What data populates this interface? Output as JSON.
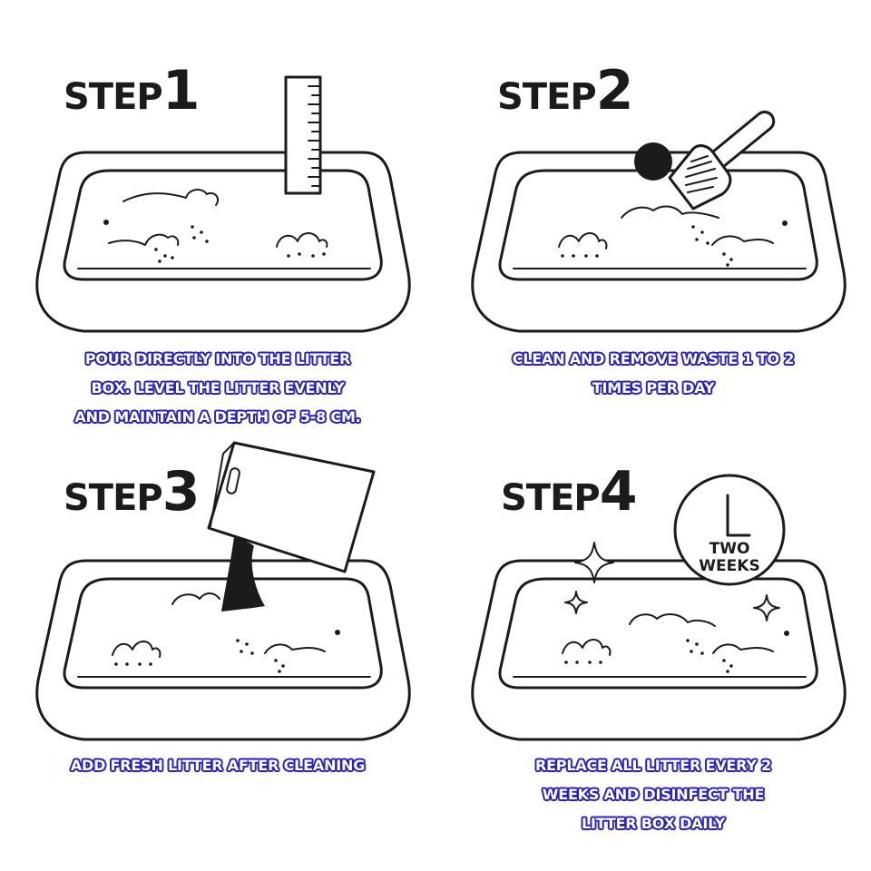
{
  "steps": [
    {
      "label": "STEP",
      "number": "1",
      "lines": [
        "POUR DIRECTLY INTO THE LITTER",
        "BOX. LEVEL THE LITTER EVENLY",
        "AND MAINTAIN A DEPTH OF 5-8 CM."
      ]
    },
    {
      "label": "STEP",
      "number": "2",
      "lines": [
        "CLEAN AND REMOVE WASTE 1 TO 2",
        "TIMES PER DAY"
      ]
    },
    {
      "label": "STEP",
      "number": "3",
      "lines": [
        "ADD FRESH LITTER AFTER CLEANING"
      ]
    },
    {
      "label": "STEP",
      "number": "4",
      "lines": [
        "REPLACE ALL LITTER EVERY 2",
        "WEEKS AND DISINFECT THE",
        "LITTER BOX DAILY"
      ],
      "clock": {
        "line1": "TWO",
        "line2": "WEEKS"
      }
    }
  ],
  "colors": {
    "ink": "#1b1b1b",
    "caption_outline": "#2a22b8",
    "caption_fill": "#ffffff"
  }
}
